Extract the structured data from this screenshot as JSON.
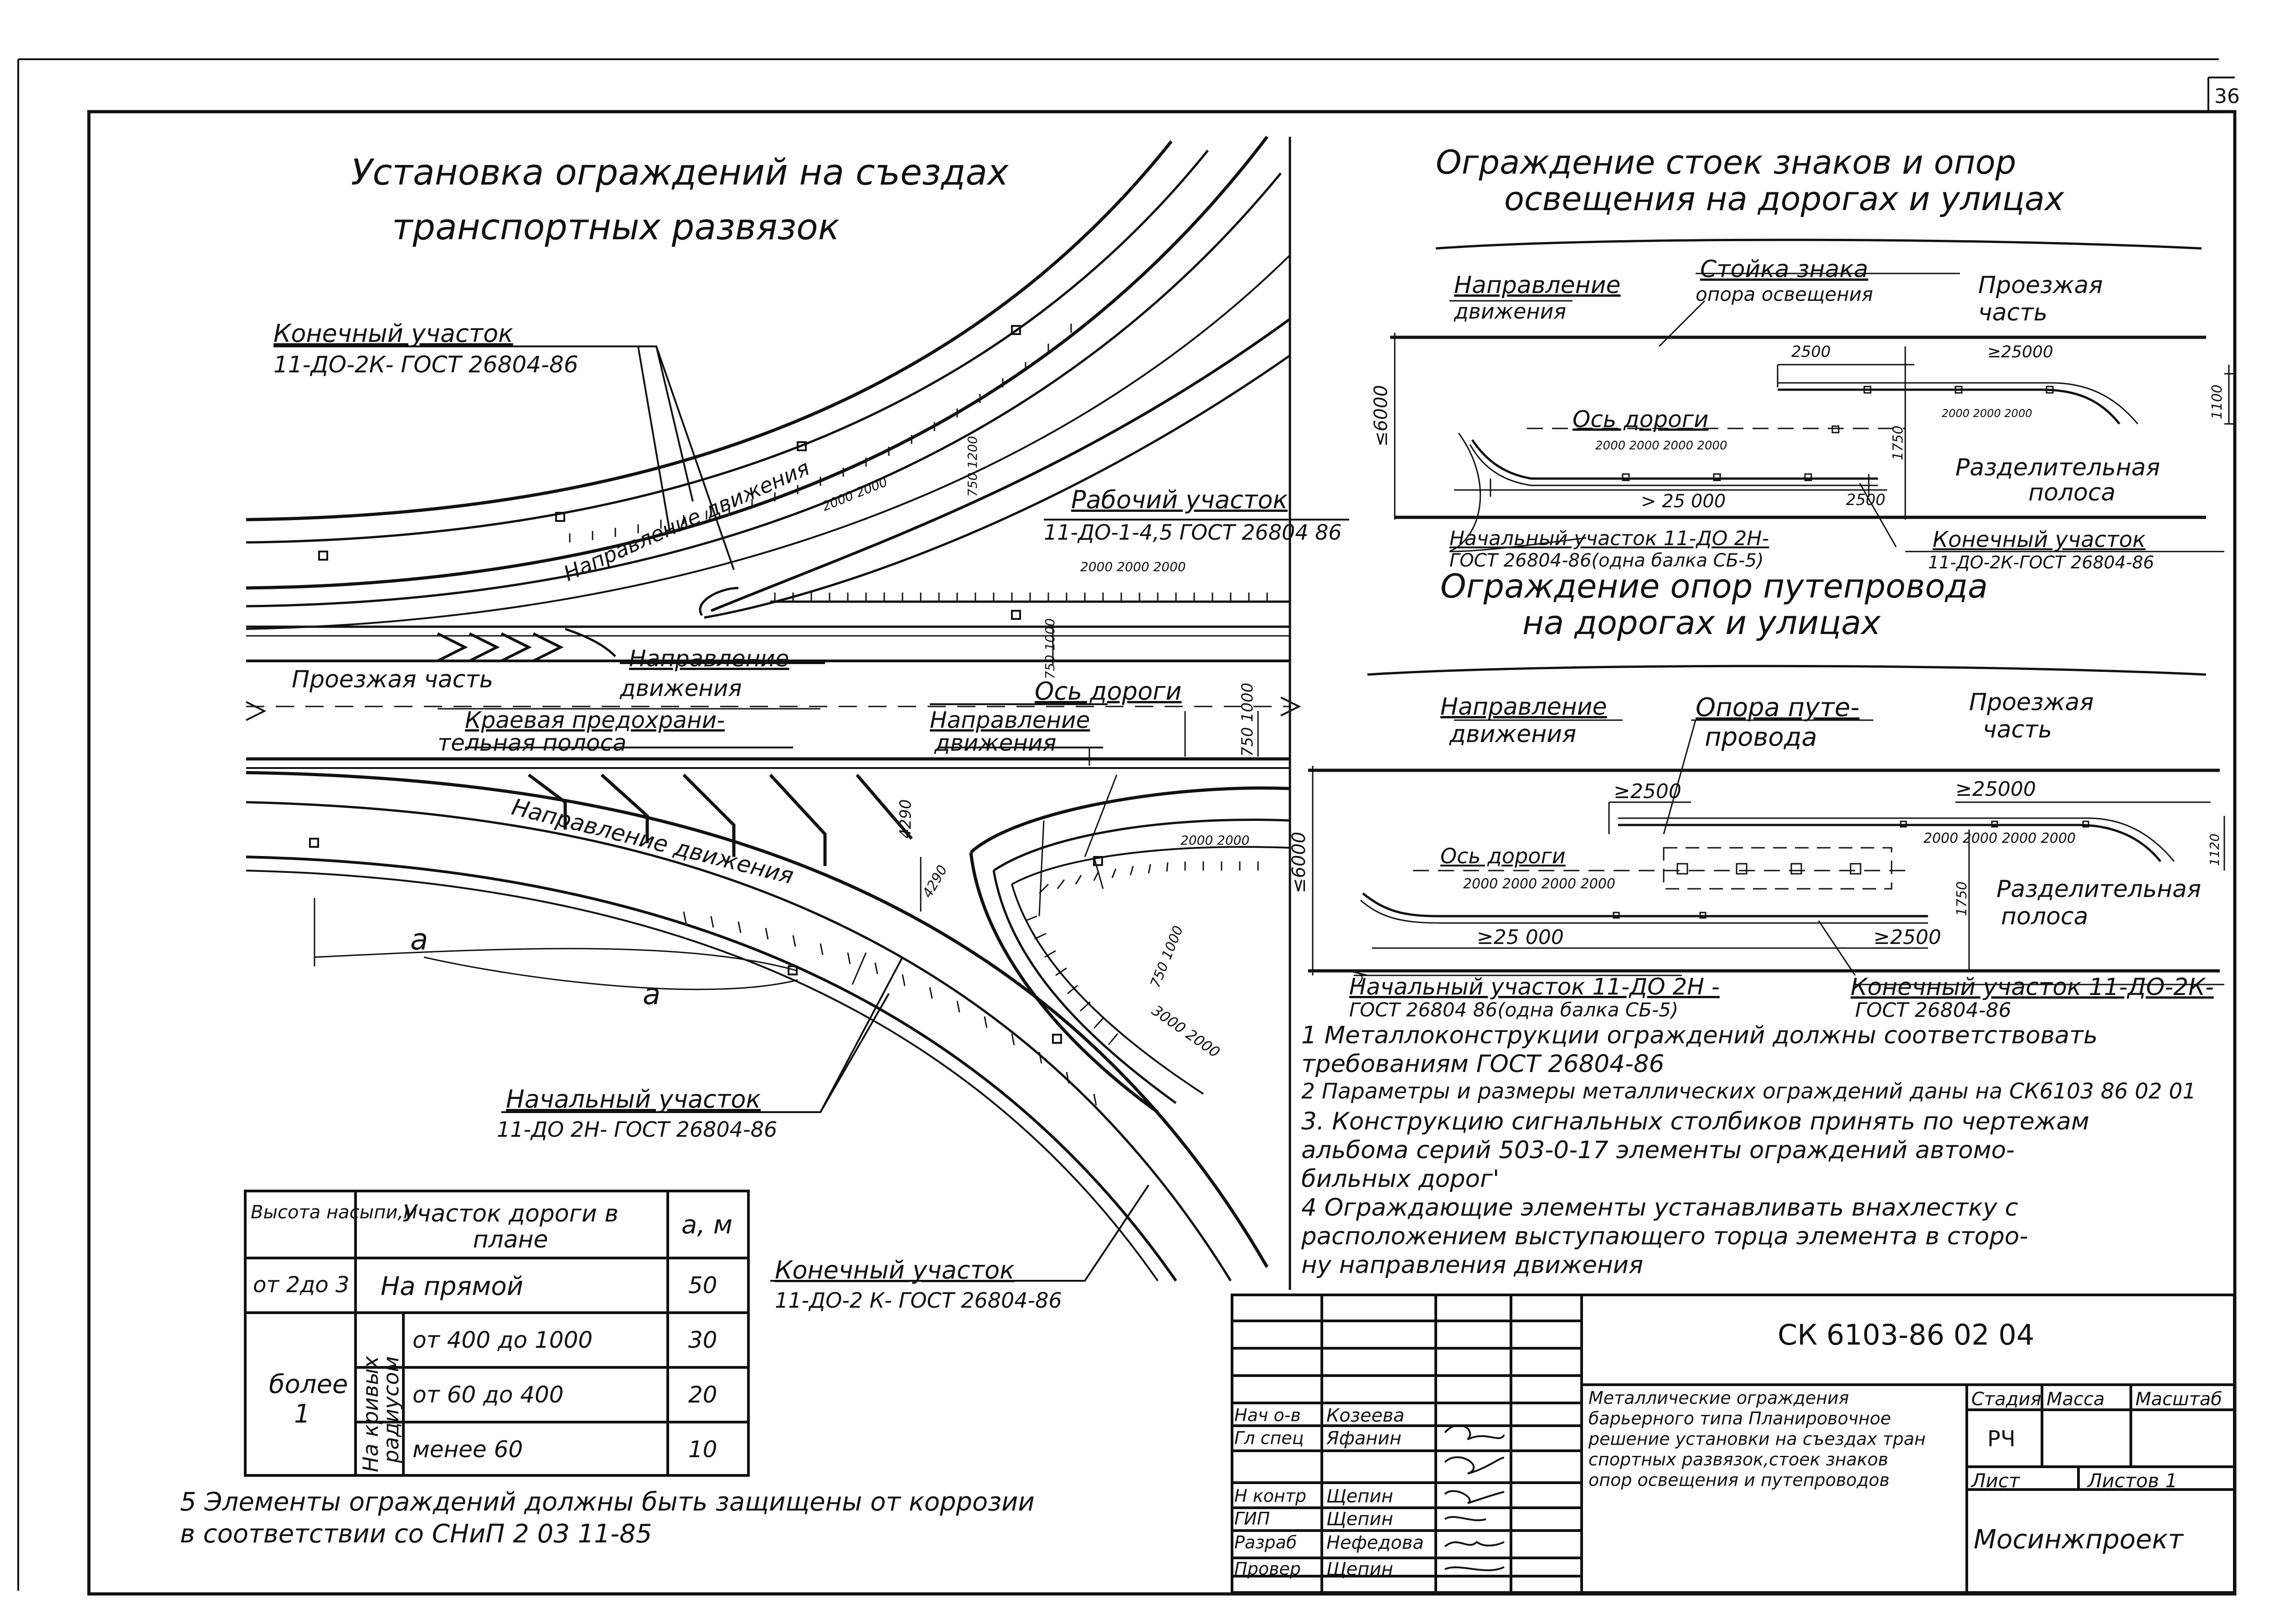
{
  "sheet_number": "36",
  "left_title": [
    "Установка ограждений на съездах",
    "транспортных развязок"
  ],
  "left_labels": {
    "end_section_top": [
      "Конечный участок",
      "11-ДО-2К- ГОСТ 26804-86"
    ],
    "work_section": [
      "Рабочий участок",
      "11-ДО-1-4,5 ГОСТ 26804 86"
    ],
    "direction_on_ramp": "Направление движения",
    "roadway": "Проезжая часть",
    "direction_1": [
      "Направление",
      "движения"
    ],
    "road_axis": "Ось дороги",
    "edge_strip": [
      "Краевая предохрани-",
      "тельная полоса"
    ],
    "direction_2": [
      "Направление",
      "движения"
    ],
    "direction_lower": "Направление движения",
    "a_label": "a",
    "start_section": [
      "Начальный участок",
      "11-ДО 2Н- ГОСТ 26804-86"
    ],
    "end_section_bottom": [
      "Конечный участок",
      "11-ДО-2 К- ГОСТ 26804-86"
    ],
    "dim_2000_a": "2000 2000",
    "dim_2000_b": "2000 2000 2000",
    "dim_750_1200": "750 1200",
    "dim_750_1000": "750 1000",
    "dim_4290": "4290",
    "dim_4290b": "4290",
    "dim_2000_2000": "2000 2000",
    "dim_750_1000b": "750 1000",
    "dim_750_1000c": "750 1000",
    "dim_3000_2000": "3000 2000"
  },
  "section1": {
    "title": [
      "Ограждение стоек знаков и опор",
      "освещения на дорогах и улицах"
    ],
    "direction": [
      "Направление",
      "движения"
    ],
    "post": [
      "Стойка знака",
      "опора освещения"
    ],
    "roadway": [
      "Проезжая",
      "часть"
    ],
    "dim_2500": "2500",
    "dim_25000_top": "≥25000",
    "dim_le6000": "≤6000",
    "axis": "Ось дороги",
    "dims_small": "2000 2000 2000 2000",
    "dims_small_r": "2000 2000 2000",
    "dim_1750": "1750",
    "dim_1100": "1100",
    "divider": [
      "Разделительная",
      "полоса"
    ],
    "dim_25000_bot": "> 25 000",
    "dim_2500_bot": "2500",
    "start": [
      "Начальный участок 11-ДО 2Н-",
      "ГОСТ 26804-86(одна балка СБ-5)"
    ],
    "end": [
      "Конечный участок",
      "11-ДО-2К-ГОСТ 26804-86"
    ]
  },
  "section2": {
    "title": [
      "Ограждение опор путепровода",
      "на дорогах и улицах"
    ],
    "direction": [
      "Направление",
      "движения"
    ],
    "support": [
      "Опора путе-",
      "провода"
    ],
    "roadway": [
      "Проезжая",
      "часть"
    ],
    "dim_2500": "≥2500",
    "dim_25000_top": "≥25000",
    "dim_le6000": "≤6000",
    "axis": "Ось дороги",
    "dims_small": "2000 2000 2000 2000",
    "dims_small_r": "2000 2000 2000 2000",
    "dim_1750": "1750",
    "dim_1120": "1120",
    "divider": [
      "Разделительная",
      "полоса"
    ],
    "dim_25000_bot": "≥25 000",
    "dim_2500_bot": "≥2500",
    "start": [
      "Начальный участок 11-ДО 2Н -",
      "ГОСТ 26804 86(одна балка СБ-5)"
    ],
    "end": [
      "Конечный участок 11-ДО-2К-",
      "ГОСТ 26804-86"
    ]
  },
  "notes": [
    "1  Металлоконструкции ограждений должны соответствовать",
    "    требованиям   ГОСТ 26804-86",
    "2  Параметры и размеры металлических ограждений даны на СК6103 86 02 01",
    "3. Конструкцию сигнальных столбиков принять по чертежам",
    "    альбома серий 503-0-17  элементы ограждений автомо-",
    "    бильных  дорог'",
    "4  Ограждающие элементы устанавливать внахлестку с",
    "    расположением выступающего торца элемента в сторо-",
    "    ну направления движения"
  ],
  "note5": [
    "5 Элементы ограждений должны быть защищены от коррозии",
    "  в соответствии со  СНиП 2 03 11-85"
  ],
  "height_table": {
    "header": [
      "Высота насыпи,м",
      "Участок дороги в плане",
      "a, м"
    ],
    "row1": [
      "от 2до 3",
      "На прямой",
      "50"
    ],
    "row2_label": [
      "более",
      "1"
    ],
    "curve_label": [
      "На кривых",
      "радиусом"
    ],
    "sub_rows": [
      [
        "от 400 до 1000",
        "30"
      ],
      [
        "от 60 до 400",
        "20"
      ],
      [
        "менее 60",
        "10"
      ]
    ]
  },
  "stamp": {
    "code": "СК 6103-86 02 04",
    "description": [
      "Металлические ограждения",
      "барьерного типа Планировочное",
      "решение установки на съездах тран",
      "спортных развязок,стоек знаков",
      "опор освещения и путепроводов"
    ],
    "stage_header": "Стадия",
    "mass_header": "Масса",
    "scale_header": "Масштаб",
    "stage_value": "РЧ",
    "sheet_label": "Лист",
    "sheets_label": "Листов 1",
    "organization": "Мосинжпроект",
    "roles": [
      "Нач о-в",
      "Гл спец",
      "Н контр",
      "ГИП",
      "Разраб",
      "Провер"
    ],
    "names": [
      "Козеева",
      "Яфанин",
      "Щепин",
      "Щепин",
      "Нефедова",
      "Щепин"
    ]
  }
}
